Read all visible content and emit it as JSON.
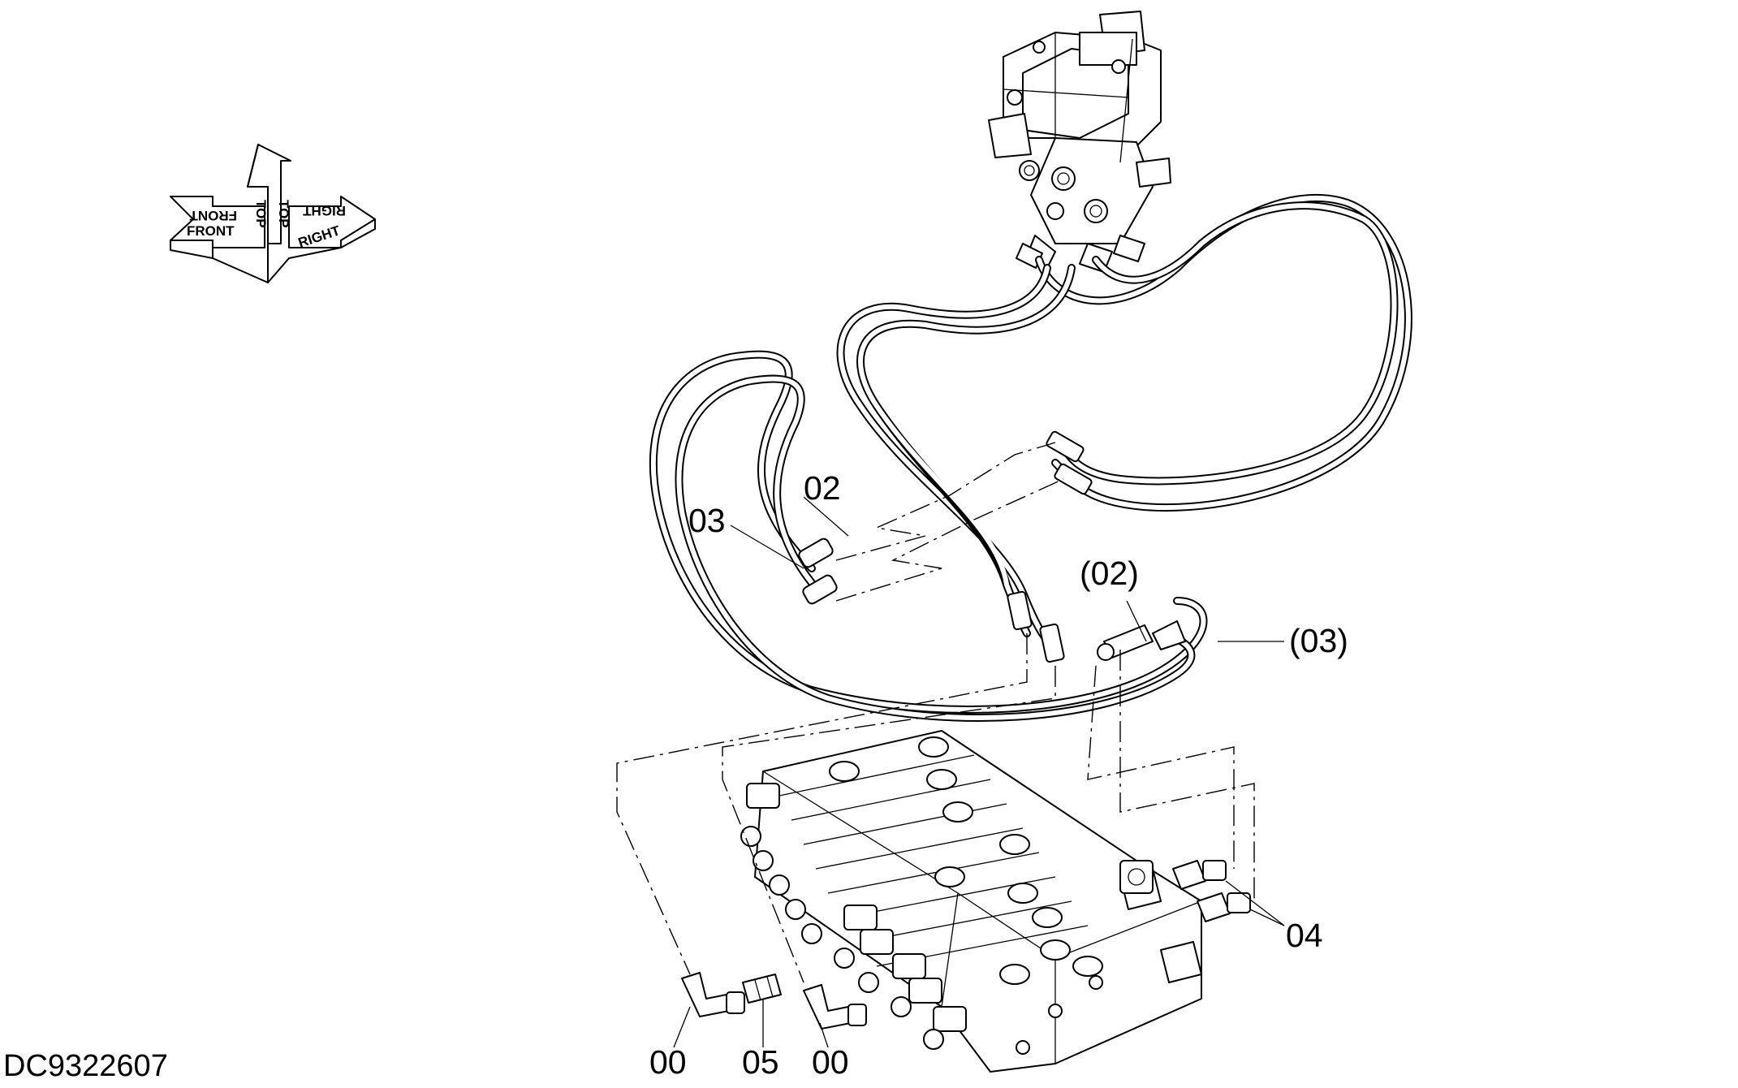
{
  "drawing": {
    "id": "DC9322607"
  },
  "orientation_arrows": {
    "front": "FRONT",
    "top": "TOP",
    "right": "RIGHT"
  },
  "part_labels": {
    "hose_02": "02",
    "hose_03": "03",
    "hose_02_ref": "(02)",
    "hose_03_ref": "(03)",
    "adapter_04": "04",
    "elbow_00_left": "00",
    "fitting_05": "05",
    "elbow_00_right": "00"
  },
  "icons": [
    "orientation-arrow-icon",
    "pump-unit-icon",
    "control-valve-icon",
    "elbow-fitting-icon",
    "adapter-fitting-icon"
  ]
}
